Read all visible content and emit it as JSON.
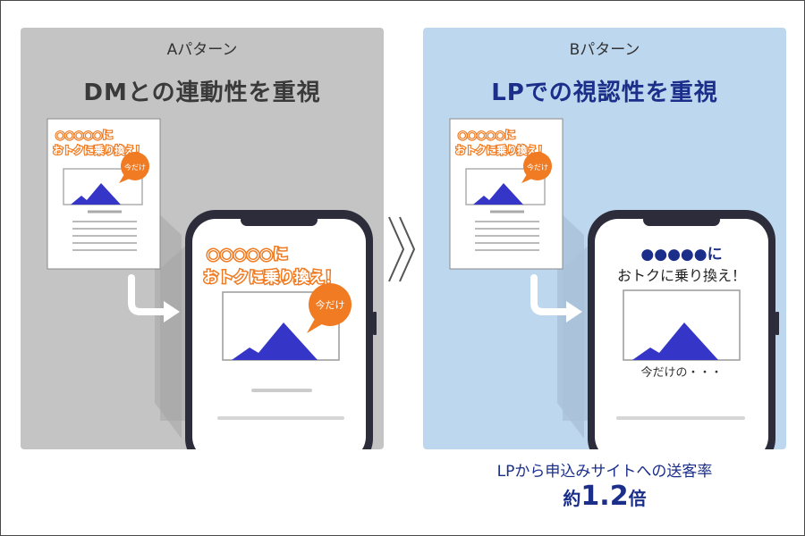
{
  "colors": {
    "panel_a_bg": "#c4c4c4",
    "panel_b_bg": "#bdd7ee",
    "accent_orange": "#f07b22",
    "mountain_blue": "#3535c8",
    "headline_navy": "#1a2e8a"
  },
  "panel_a": {
    "label": "Aパターン",
    "headline": "DMとの連動性を重視",
    "flyer": {
      "title_line1": "○○○○○に",
      "title_line2": "おトクに乗り換え！",
      "badge": "今だけ"
    },
    "phone": {
      "title_line1": "○○○○○に",
      "title_line2": "おトクに乗り換え！",
      "badge": "今だけ"
    }
  },
  "panel_b": {
    "label": "Bパターン",
    "headline": "LPでの視認性を重視",
    "flyer": {
      "title_line1": "○○○○○に",
      "title_line2": "おトクに乗り換え！",
      "badge": "今だけ"
    },
    "phone": {
      "title_line1": "●●●●●に",
      "title_line2": "おトクに乗り換え！",
      "caption": "今だけの・・・"
    }
  },
  "result": {
    "line1": "LPから申込みサイトへの送客率",
    "prefix": "約",
    "value": "1.2",
    "suffix": "倍"
  }
}
